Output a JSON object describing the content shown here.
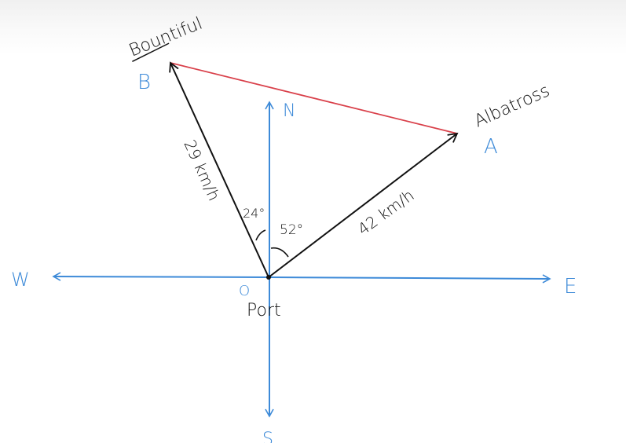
{
  "colors": {
    "axes": "#3d8ad8",
    "vectors": "#111111",
    "resultant": "#d9404a"
  },
  "points": {
    "origin_label": "O",
    "origin_name": "Port",
    "b_label": "B",
    "b_name": "Bountiful",
    "a_label": "A",
    "a_name": "Albatross"
  },
  "compass": {
    "north": "N",
    "south": "S",
    "east": "E",
    "west": "W"
  },
  "vectors": {
    "ob_speed": "29 km/h",
    "oa_speed": "42 km/h",
    "ob_angle": "24°",
    "oa_angle": "52°"
  }
}
